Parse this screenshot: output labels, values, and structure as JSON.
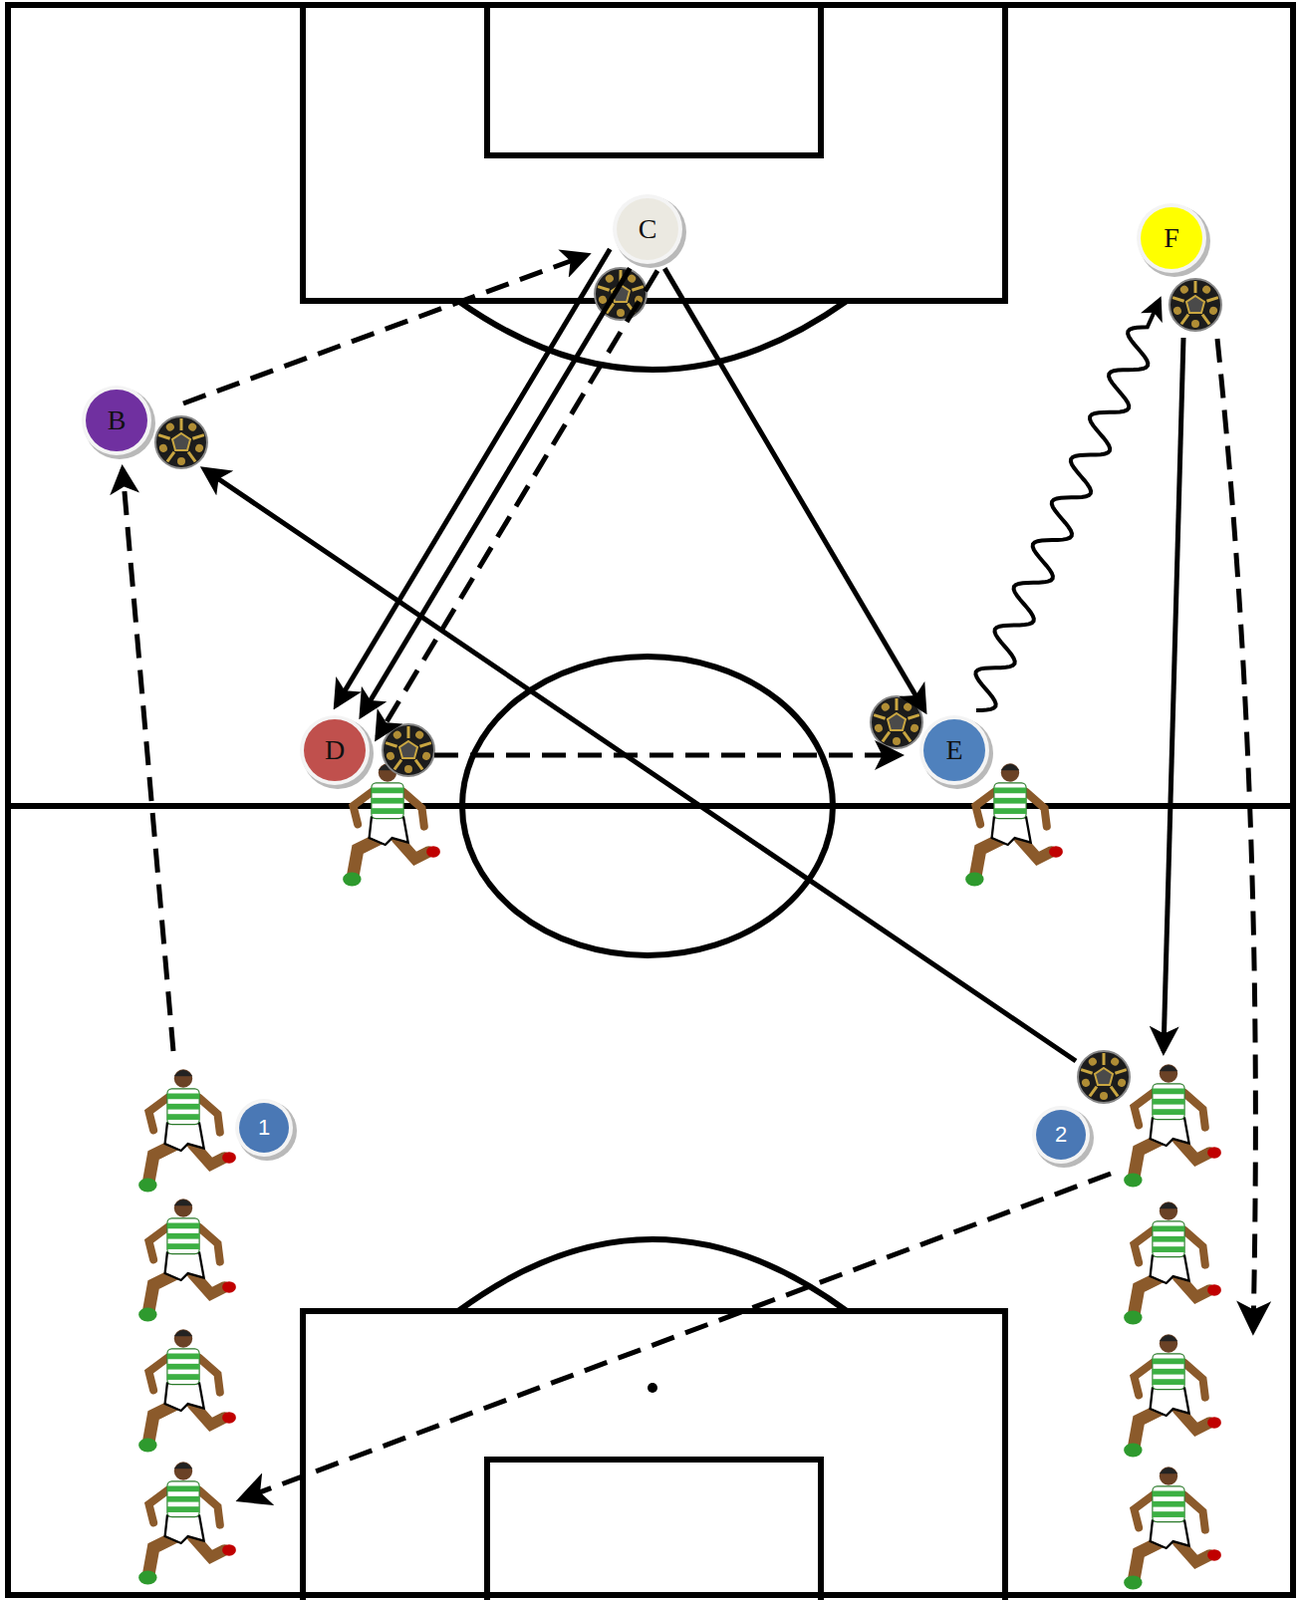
{
  "diagram": {
    "nodes": [
      {
        "text": [
          "C"
        ]
      },
      {
        "text": [
          "F"
        ]
      },
      {
        "text": [
          "B"
        ]
      },
      {
        "text": [
          "D"
        ]
      },
      {
        "text": [
          "E"
        ]
      },
      {
        "text": [
          "1"
        ]
      },
      {
        "text": [
          "2"
        ]
      }
    ],
    "edges": [
      {
        "from": 2,
        "to": 0,
        "arrow": "to"
      },
      {
        "from": 0,
        "to": 3,
        "arrow": "to"
      },
      {
        "from": 0,
        "to": 3,
        "arrow": "to"
      },
      {
        "from": 0,
        "to": 3,
        "arrow": "to"
      },
      {
        "from": 0,
        "to": 4,
        "arrow": "to"
      },
      {
        "from": 3,
        "to": 4,
        "arrow": "to"
      },
      {
        "from": 4,
        "to": 1,
        "arrow": "to"
      },
      {
        "from": 1,
        "to": 6,
        "arrow": "to"
      },
      {
        "from": 6,
        "to": 2,
        "arrow": "to"
      },
      {
        "from": 5,
        "to": 2,
        "arrow": "to"
      }
    ]
  }
}
